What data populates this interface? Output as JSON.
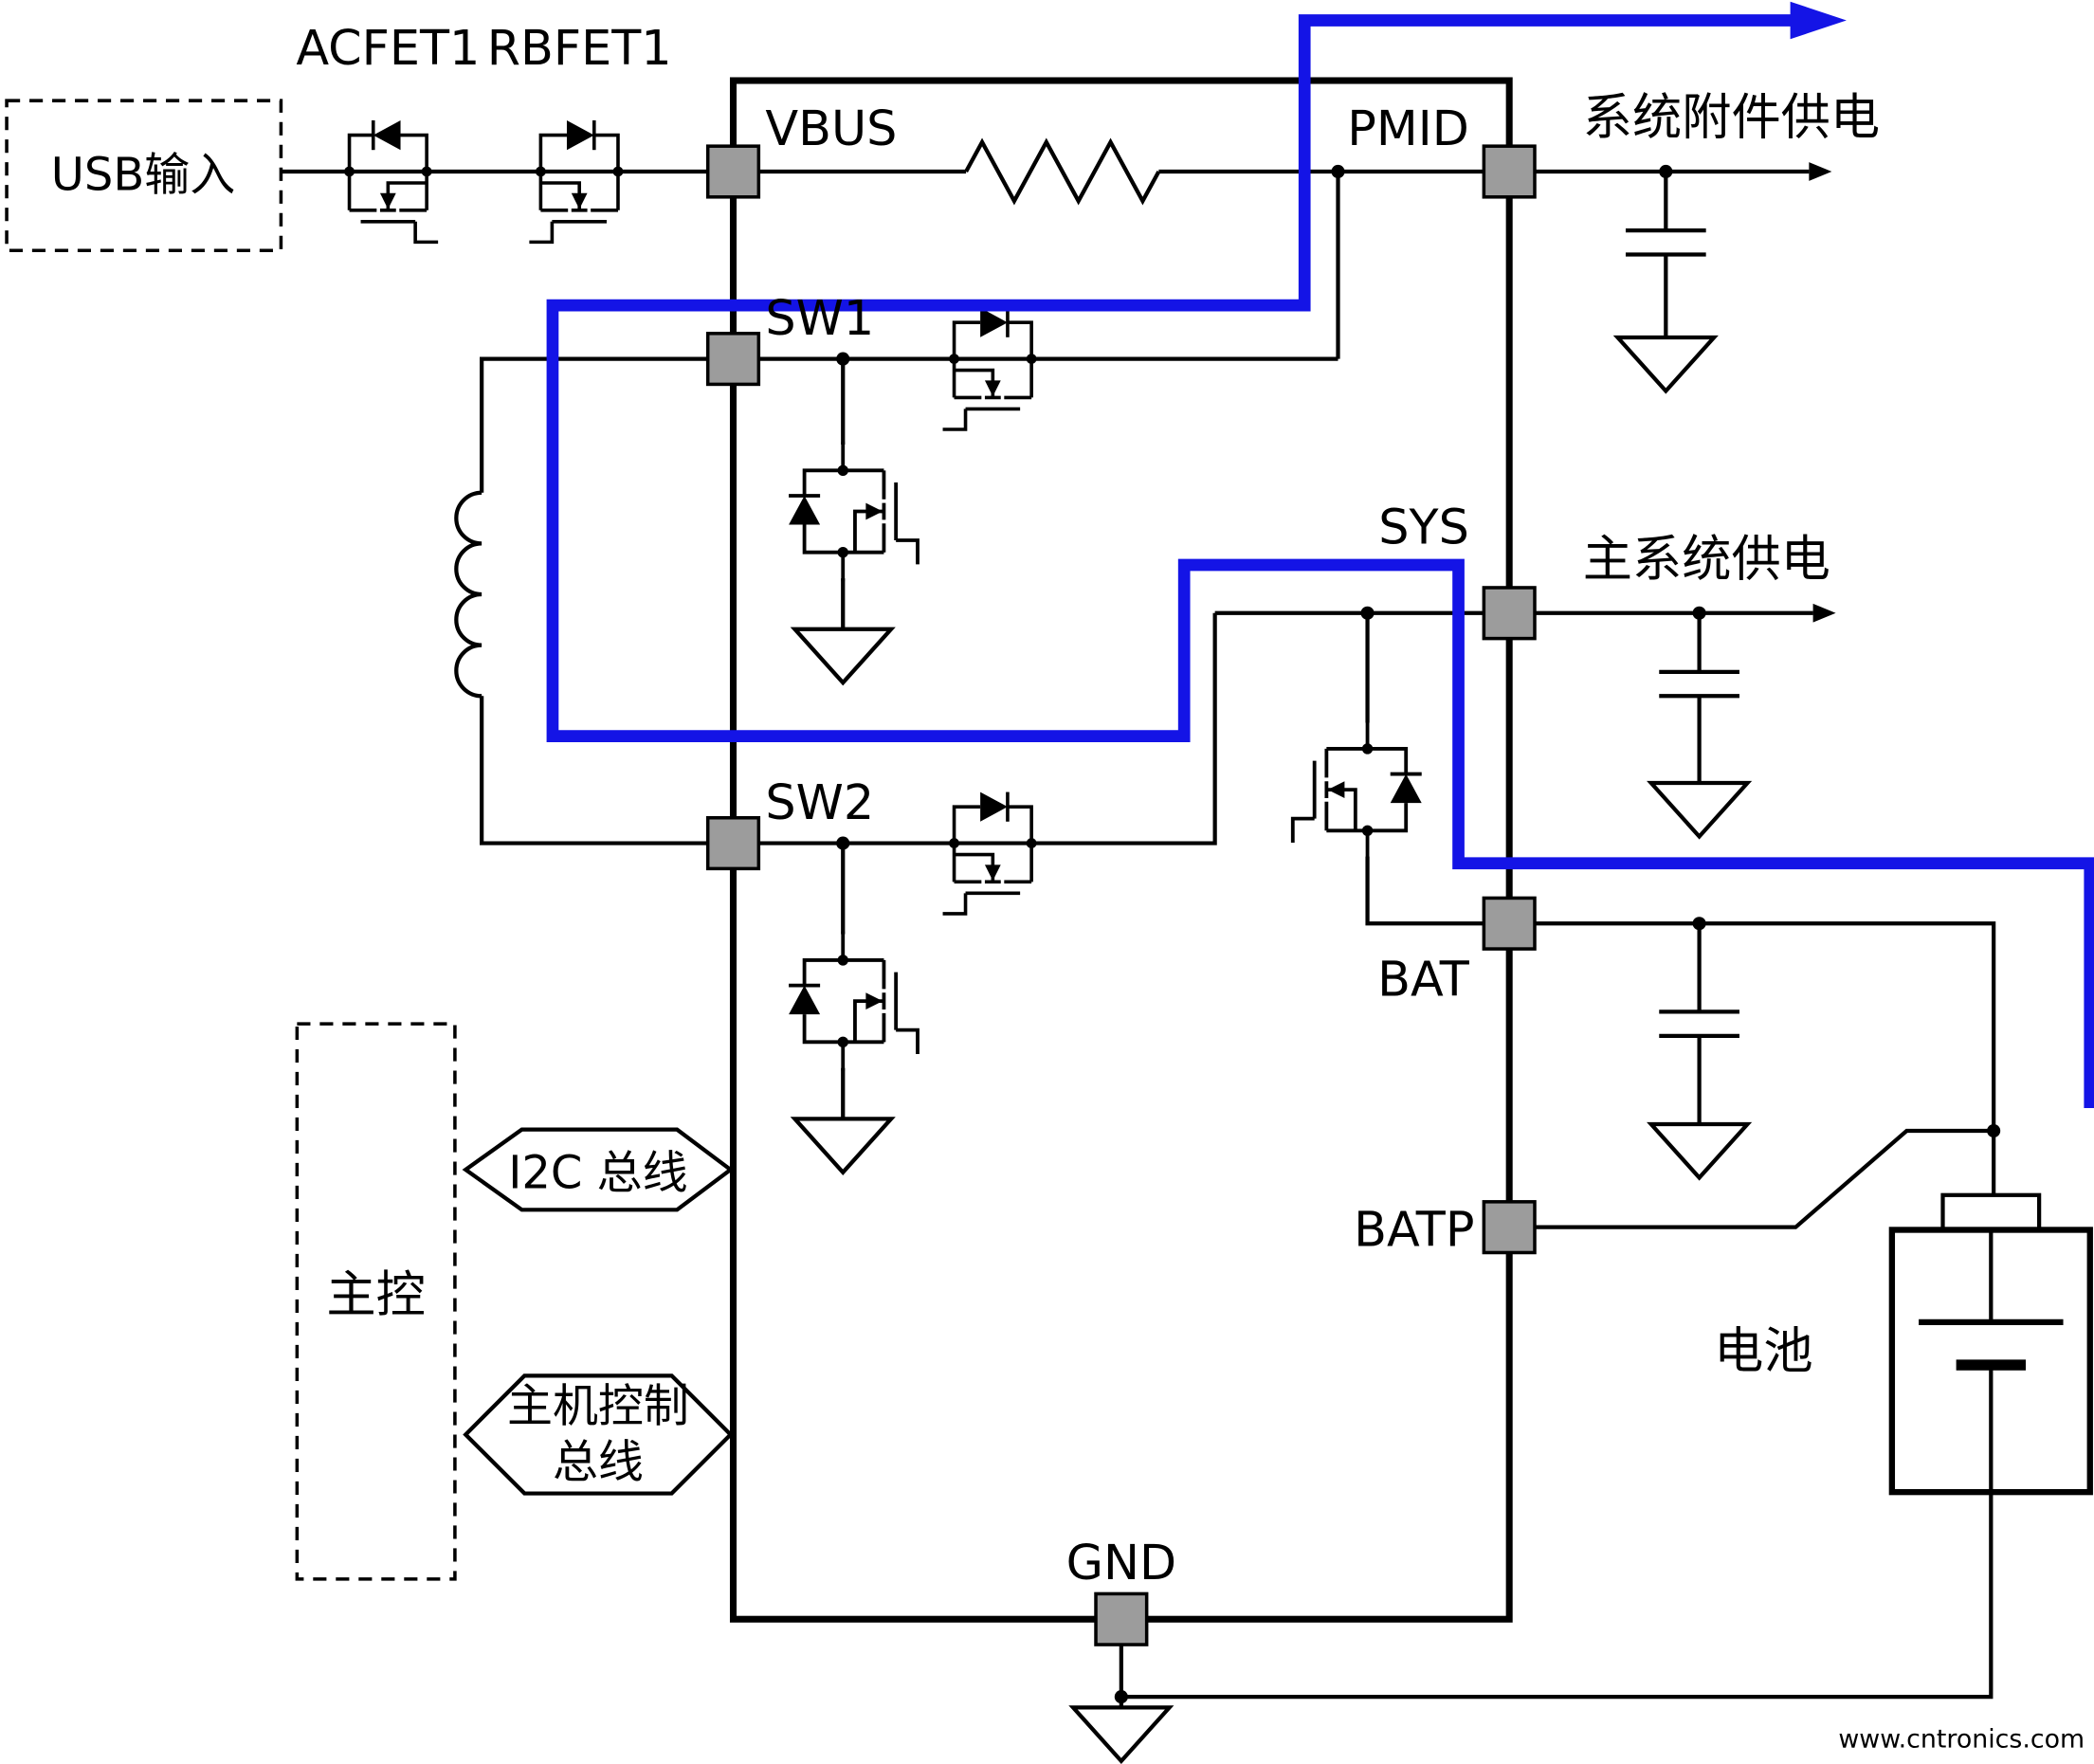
{
  "colors": {
    "wire": "#000000",
    "pin_fill": "#9c9c9c",
    "power_path": "#1414e6",
    "watermark": "#a9c9a9",
    "background": "#ffffff"
  },
  "ic": {
    "pins": {
      "vbus": "VBUS",
      "sw1": "SW1",
      "sw2": "SW2",
      "pmid": "PMID",
      "sys": "SYS",
      "bat": "BAT",
      "batp": "BATP",
      "gnd": "GND"
    }
  },
  "external": {
    "usb_input": "USB输入",
    "acfet1": "ACFET1",
    "rbfet1": "RBFET1",
    "pmid_out": "系统附件供电",
    "sys_out": "主系统供电",
    "battery": "电池",
    "mcu": "主控",
    "i2c_bus": "I2C 总线",
    "host_bus_line1": "主机控制",
    "host_bus_line2": "总线"
  },
  "watermark": "www.cntronics.com"
}
